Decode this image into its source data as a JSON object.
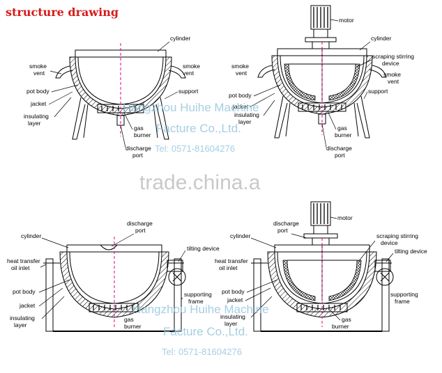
{
  "title": "structure drawing",
  "labels": {
    "cylinder": "cylinder",
    "smoke_vent_line1": "smoke",
    "smoke_vent_line2": "vent",
    "pot_body": "pot body",
    "jacket": "jacket",
    "insulating_line1": "insulating",
    "insulating_line2": "layer",
    "support": "support",
    "gas_line1": "gas",
    "gas_line2": "burner",
    "discharge_line1": "discharge",
    "discharge_line2": "port",
    "motor": "motor",
    "scraping_line1": "scraping stirring",
    "scraping_line2": "device",
    "heat_line1": "heat transfer",
    "heat_line2": "oil inlet",
    "tilting_device": "tilting device",
    "supporting_line1": "supporting",
    "supporting_line2": "frame"
  },
  "watermark": {
    "company_line1": "Hangzhou Huihe Machine",
    "company_line2": "Facture Co.,Ltd.",
    "tel": "Tel: 0571-81604276",
    "site": "trade.china.a"
  }
}
